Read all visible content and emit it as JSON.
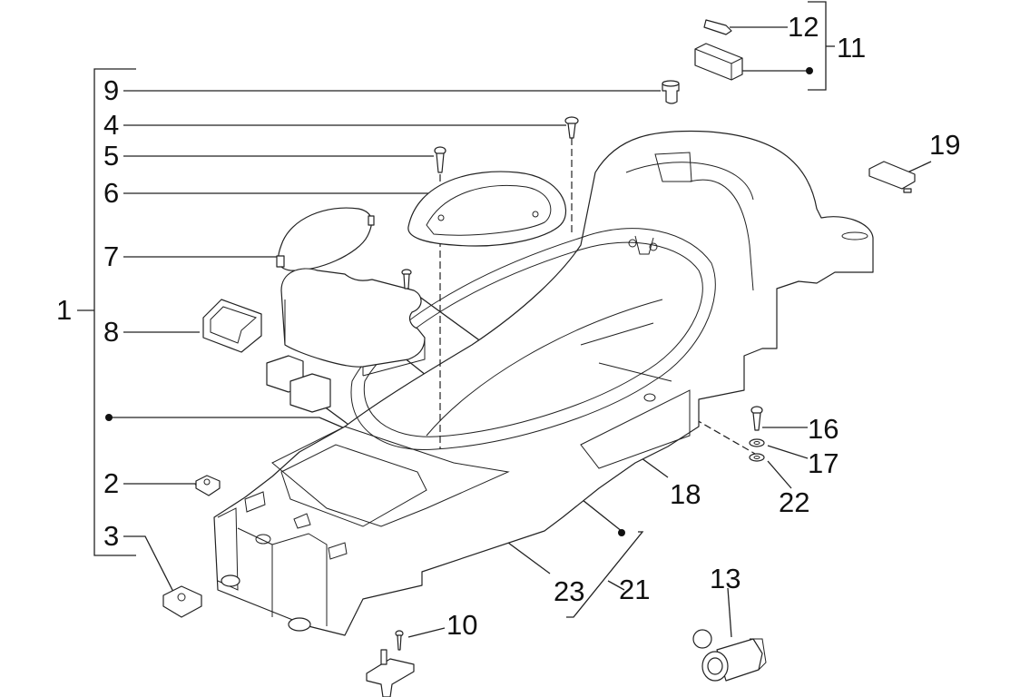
{
  "diagram": {
    "type": "exploded parts diagram",
    "subject": "helmet compartment / underseat storage assembly",
    "callouts": [
      {
        "id": "1",
        "label": "1",
        "note": "assembly group bracket including parts 9,4,5,6,7,8,2,3"
      },
      {
        "id": "2",
        "label": "2"
      },
      {
        "id": "3",
        "label": "3"
      },
      {
        "id": "4",
        "label": "4"
      },
      {
        "id": "5",
        "label": "5"
      },
      {
        "id": "6",
        "label": "6"
      },
      {
        "id": "7",
        "label": "7"
      },
      {
        "id": "8",
        "label": "8"
      },
      {
        "id": "9",
        "label": "9"
      },
      {
        "id": "10",
        "label": "10"
      },
      {
        "id": "11",
        "label": "11",
        "note": "group bracket including 12"
      },
      {
        "id": "12",
        "label": "12"
      },
      {
        "id": "13",
        "label": "13"
      },
      {
        "id": "16",
        "label": "16"
      },
      {
        "id": "17",
        "label": "17"
      },
      {
        "id": "18",
        "label": "18"
      },
      {
        "id": "19",
        "label": "19"
      },
      {
        "id": "21",
        "label": "21",
        "note": "group bracket"
      },
      {
        "id": "22",
        "label": "22"
      },
      {
        "id": "23",
        "label": "23"
      }
    ]
  }
}
